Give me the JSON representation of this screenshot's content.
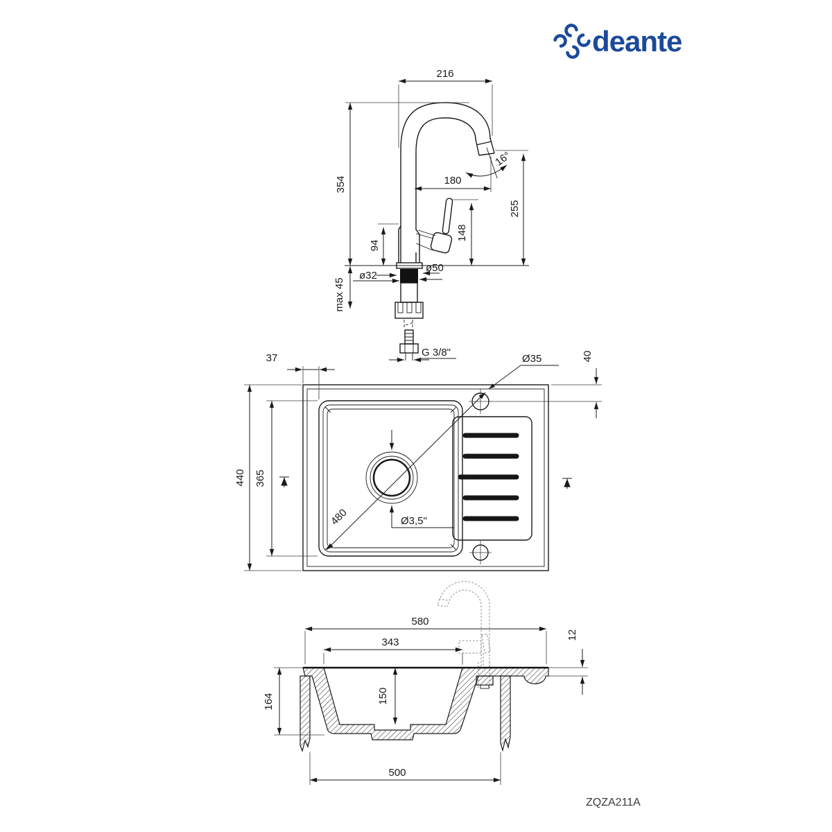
{
  "brand": {
    "wordmark": "deante"
  },
  "product_code": "ZQZA211A",
  "colors": {
    "brand_blue": "#1b4a9b",
    "line": "#1a1a1a"
  },
  "faucet_view": {
    "spout_reach": "216",
    "total_height": "354",
    "spout_projection": "180",
    "spout_angle": "16°",
    "outlet_height": "255",
    "handle_height": "148",
    "body_height": "94",
    "flange_diameter": "ø50",
    "shank_diameter": "ø32",
    "max_mount_thickness": "max 45",
    "supply_thread": "G 3/8\""
  },
  "top_view": {
    "left_offset": "37",
    "overall_depth": "440",
    "bowl_front_to_back": "365",
    "bowl_diagonal": "480",
    "tap_hole_diameter": "Ø35",
    "tap_hole_offset": "40",
    "drain_size": "Ø3,5\""
  },
  "section_view": {
    "overall_width": "580",
    "bowl_width": "343",
    "rim_height": "12",
    "total_depth": "164",
    "bowl_depth": "150",
    "cutout_width": "500"
  }
}
